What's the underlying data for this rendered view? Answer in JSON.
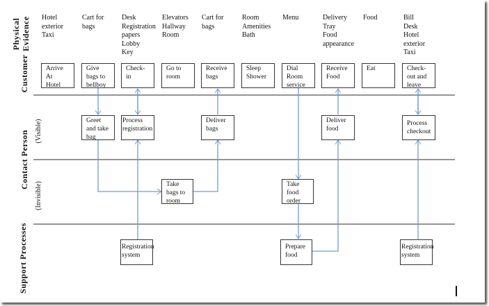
{
  "lanes": {
    "physical_evidence": "Physical\nEvidence",
    "customer": "Customer",
    "contact_person": "Contact  Person",
    "visible": "(Visible)",
    "invisible": "(Invisible)",
    "support_processes": "Support  Processes"
  },
  "physical_evidence": [
    "Hotel\nexterior\nTaxi",
    "Cart for\nbags",
    "Desk\nRegistration\npapers\nLobby\nKey",
    "Elevators\nHallway\nRoom",
    "Cart for\nbags",
    "Room\nAmenities\nBath",
    "Menu",
    "Delivery\nTray\nFood\nappearance",
    "Food",
    "Bill\nDesk\nHotel\nexterior\nTaxi"
  ],
  "customer_actions": [
    "Arrive\nAt\nHotel",
    "Give\nbags to\nbellboy",
    "Check-\nin",
    "Go to\nroom",
    "Receive\nbags",
    "Sleep\nShower",
    "Dial\nRoom\nservice",
    "Receive\nFood",
    "Eat",
    "Check-\nout and\nleave"
  ],
  "visible_contact_actions": {
    "greet": "Greet\nand take\nbag",
    "process_registration": "Process\nregistration",
    "deliver_bags": "Deliver\nbags",
    "deliver_food": "Deliver\nfood",
    "process_checkout": "Process\ncheckout"
  },
  "invisible_contact_actions": {
    "take_bags": "Take\nbags to\nroom",
    "take_food_order": "Take\nfood\norder"
  },
  "support_processes": {
    "registration_system_1": "Registration\nsystem",
    "prepare_food": "Prepare\nfood",
    "registration_system_2": "Registration\nsystem"
  },
  "colors": {
    "arrow": "#6f9bd8",
    "divider": "#555555",
    "box_border": "#333333"
  }
}
